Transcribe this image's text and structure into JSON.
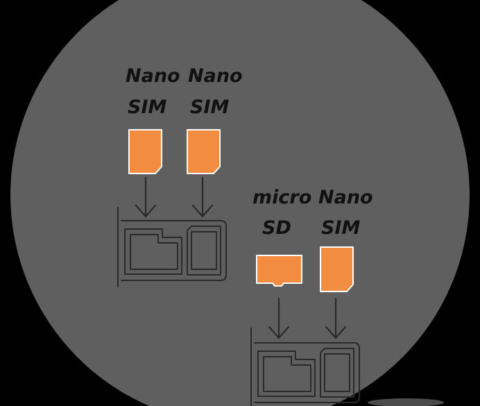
{
  "colors": {
    "background": "#000000",
    "disc": "#5f5f5f",
    "card_fill": "#f28c40",
    "card_edge": "#ffffff",
    "line": "#2a2a2a",
    "label": "#111111"
  },
  "tray_top": {
    "slot_left": {
      "line1": "Nano",
      "line2": "SIM"
    },
    "slot_right": {
      "line1": "Nano",
      "line2": "SIM"
    }
  },
  "tray_bottom": {
    "slot_left": {
      "line1": "micro",
      "line2": "SD"
    },
    "slot_right": {
      "line1": "Nano",
      "line2": "SIM"
    }
  }
}
